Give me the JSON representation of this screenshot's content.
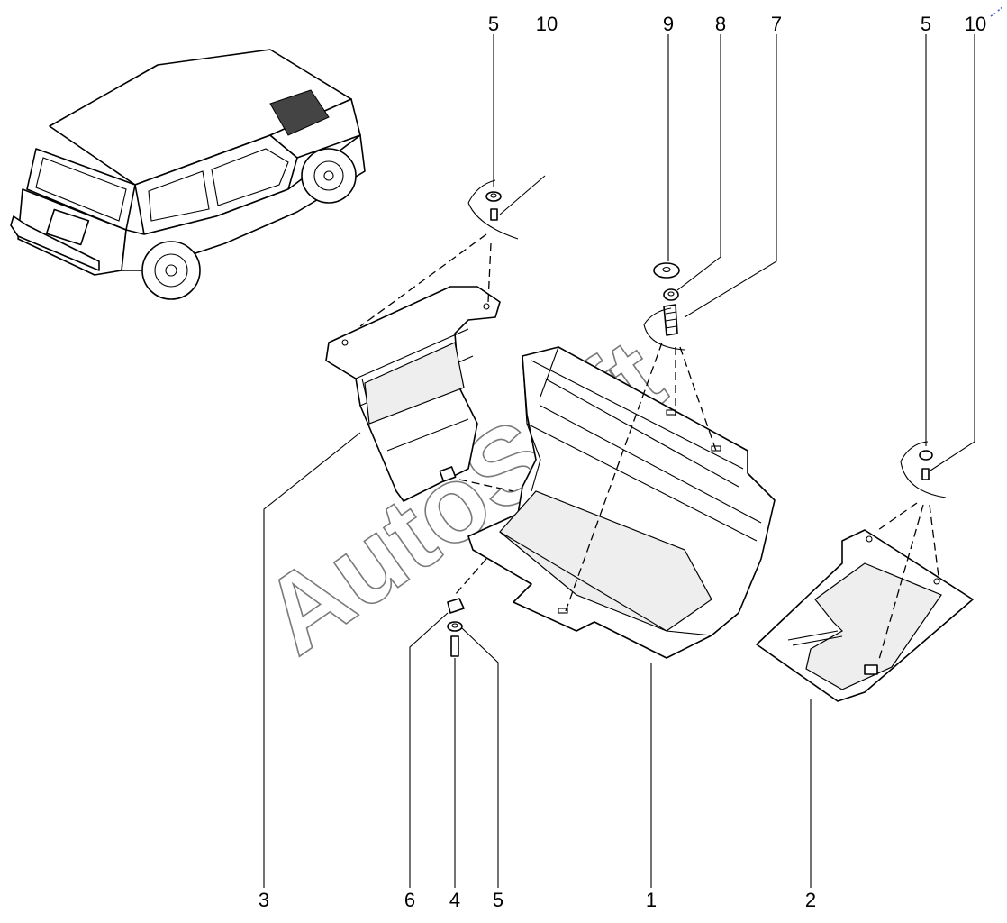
{
  "watermark": "AutoSoft",
  "callouts": {
    "c5_left_top": "5",
    "c10_left_top": "10",
    "c9": "9",
    "c8": "8",
    "c7": "7",
    "c5_right_top": "5",
    "c10_right_top": "10",
    "c3": "3",
    "c6": "6",
    "c4": "4",
    "c5_bottom": "5",
    "c1": "1",
    "c2": "2"
  },
  "icons": {
    "vehicle": "suv-vehicle-icon",
    "corner_mark": "page-corner-mark-icon"
  }
}
